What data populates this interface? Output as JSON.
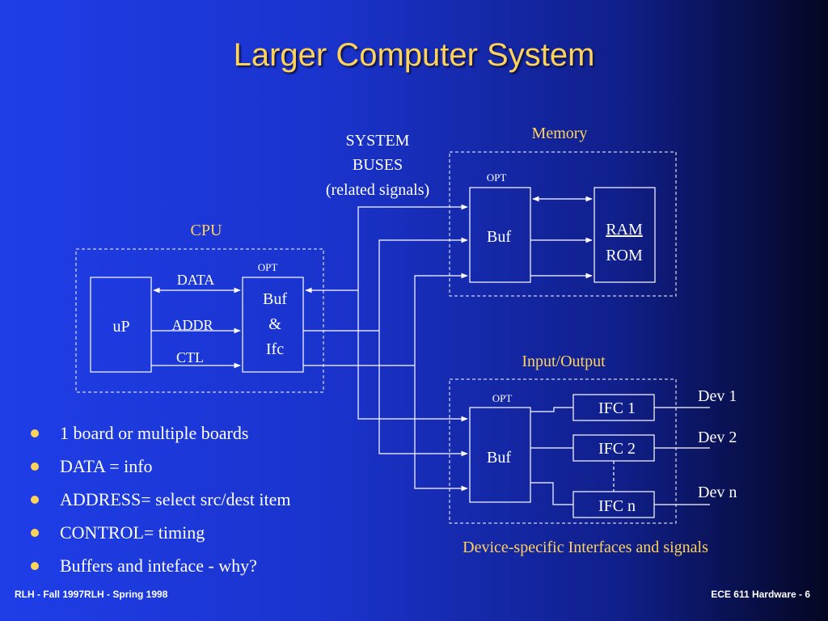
{
  "slide": {
    "title": "Larger Computer System",
    "footer_left": "RLH - Fall 1997RLH  -  Spring 1998",
    "footer_right": "ECE 611  Hardware - 6"
  },
  "diagram": {
    "system_buses": [
      "SYSTEM",
      "BUSES",
      "(related signals)"
    ],
    "cpu_label": "CPU",
    "memory_label": "Memory",
    "io_label": "Input/Output",
    "device_caption": "Device-specific Interfaces and signals",
    "up_label": "uP",
    "cpu_buf_lines": [
      "Buf",
      "&",
      "Ifc"
    ],
    "opt_label": "OPT",
    "signals": {
      "data": "DATA",
      "addr": "ADDR",
      "ctl": "CTL"
    },
    "mem_buf_label": "Buf",
    "ram_label": "RAM",
    "rom_label": "ROM",
    "io_buf_label": "Buf",
    "ifc1_label": "IFC 1",
    "ifc2_label": "IFC 2",
    "ifcn_label": "IFC n",
    "dev1_label": "Dev 1",
    "dev2_label": "Dev 2",
    "devn_label": "Dev n"
  },
  "bullets": [
    "1 board or multiple boards",
    "DATA = info",
    "ADDRESS= select src/dest item",
    "CONTROL= timing",
    "Buffers and inteface - why?"
  ],
  "colors": {
    "accent": "#ffd35a",
    "line": "#ffffff",
    "bg_left": "#1f3ee8",
    "bg_right": "#040622"
  }
}
